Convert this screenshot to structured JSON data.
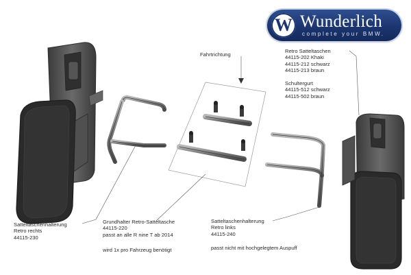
{
  "logo": {
    "brand": "Wunderlich",
    "badge_letter": "W",
    "tagline": "complete your BMW."
  },
  "labels": {
    "direction": "Fahrtrichtung",
    "bags_title": "Retro Satteltaschen",
    "bags_khaki": "44115-202 Khaki",
    "bags_black": "44115-212 schwarz",
    "bags_brown": "44115-213 braun",
    "strap_title": "Schultergurt",
    "strap_black": "44115-512 schwarz",
    "strap_brown": "44115-502 braun",
    "holder_right_title": "Satteltaschenhalterung",
    "holder_right_side": "Retro rechts",
    "holder_right_part": "44115-230",
    "base_title": "Grundhalter Retro-Satteltasche",
    "base_part": "44115-220",
    "base_fit": "passt an alle R nine T ab 2014",
    "base_note": "wird 1x pro Fahrzeug benötigt",
    "holder_left_title": "Satteltaschenhalterung",
    "holder_left_side": "Retro links",
    "holder_left_part": "44115-240",
    "exhaust_note": "passt nicht mit hochgelegtem Auspuff"
  },
  "colors": {
    "brand_blue": "#1c3570",
    "bag_body": "#4a4a4a",
    "bag_face": "#2a2a2a",
    "rail_metal": "#8a8a8a",
    "callout_line": "#555555"
  }
}
